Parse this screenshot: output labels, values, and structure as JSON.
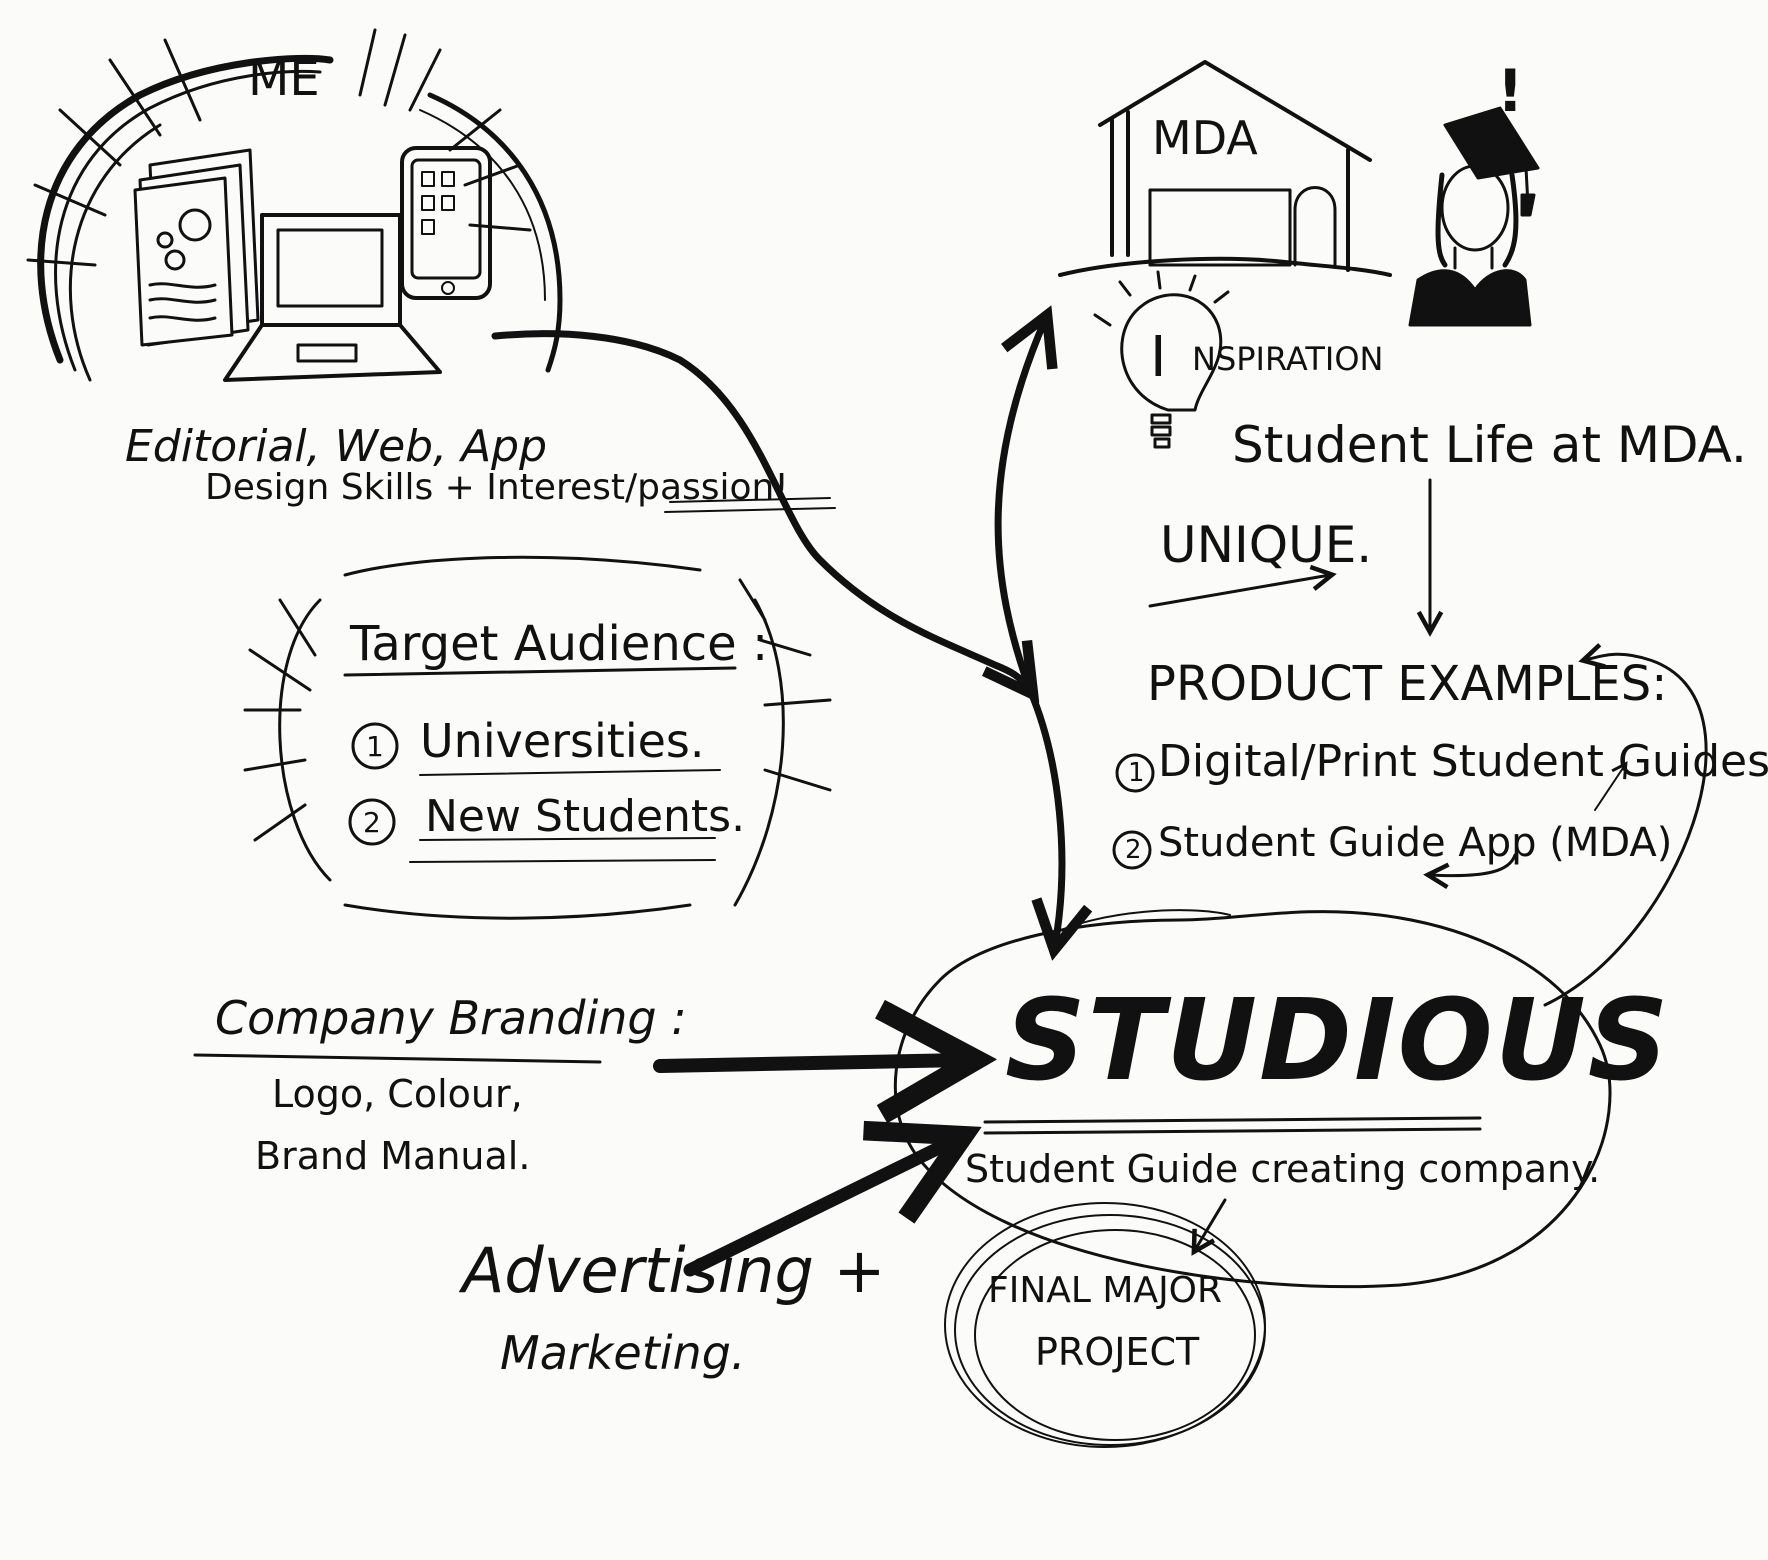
{
  "me": {
    "label": "ME",
    "skills_line1": "Editorial, Web, App",
    "skills_line2": "Design Skills + Interest/passion!",
    "icons": [
      "brochure-icon",
      "laptop-icon",
      "phone-icon"
    ]
  },
  "mda": {
    "building_label": "MDA",
    "exclaim": "!",
    "icons": [
      "school-building-icon",
      "graduate-student-icon",
      "lightbulb-icon"
    ]
  },
  "inspiration": {
    "initial": "I",
    "rest": "NSPIRATION",
    "text": "Student Life at MDA.",
    "unique": "UNIQUE."
  },
  "products": {
    "heading": "PRODUCT EXAMPLES:",
    "items": [
      {
        "num": "1",
        "label": "Digital/Print Student Guides."
      },
      {
        "num": "2",
        "label": "Student Guide App (MDA)"
      }
    ]
  },
  "audience": {
    "heading": "Target Audience :",
    "items": [
      {
        "num": "1",
        "label": "Universities."
      },
      {
        "num": "2",
        "label": "New Students."
      }
    ]
  },
  "branding": {
    "heading": "Company Branding :",
    "line1": "Logo, Colour,",
    "line2": "Brand Manual."
  },
  "advertising": {
    "line1": "Advertising +",
    "line2": "Marketing."
  },
  "center": {
    "title": "STUDIOUS",
    "subtitle": "Student Guide creating company."
  },
  "fmp": {
    "line1": "FINAL MAJOR",
    "line2": "PROJECT"
  },
  "colors": {
    "ink": "#111111",
    "paper": "#fbfbf9"
  }
}
